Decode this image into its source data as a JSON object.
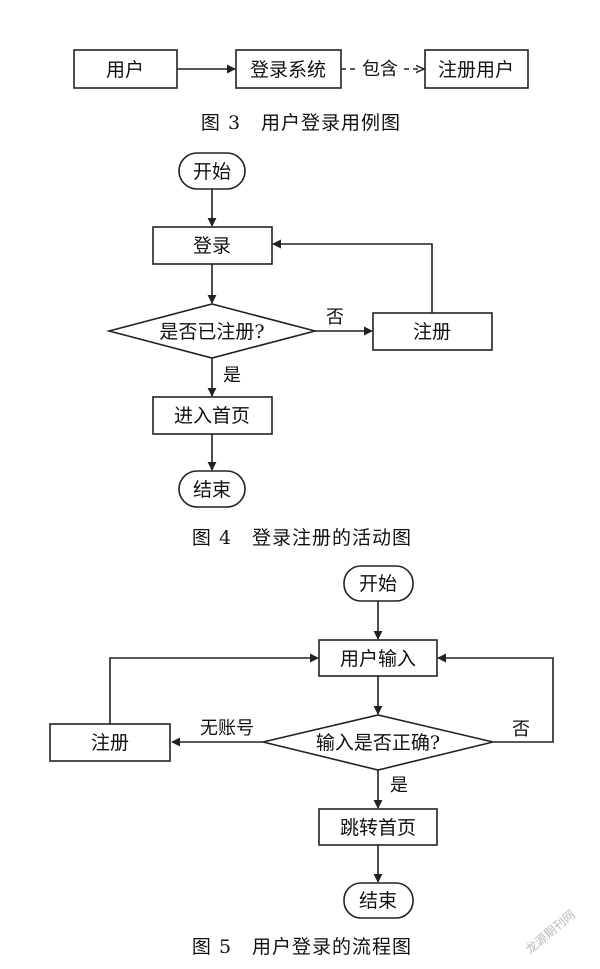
{
  "figure3": {
    "caption": "图 3　用户登录用例图",
    "nodes": {
      "user": "用户",
      "login_system": "登录系统",
      "register_user": "注册用户"
    },
    "edge_labels": {
      "include": "包含"
    }
  },
  "figure4": {
    "caption": "图 4　登录注册的活动图",
    "nodes": {
      "start": "开始",
      "login": "登录",
      "decision": "是否已注册?",
      "register": "注册",
      "home": "进入首页",
      "end": "结束"
    },
    "edge_labels": {
      "no": "否",
      "yes": "是"
    }
  },
  "figure5": {
    "caption": "图 5　用户登录的流程图",
    "nodes": {
      "start": "开始",
      "input": "用户输入",
      "decision": "输入是否正确?",
      "register": "注册",
      "jump_home": "跳转首页",
      "end": "结束"
    },
    "edge_labels": {
      "no_account": "无账号",
      "no": "否",
      "yes": "是"
    }
  },
  "watermark": "龙源期刊网"
}
